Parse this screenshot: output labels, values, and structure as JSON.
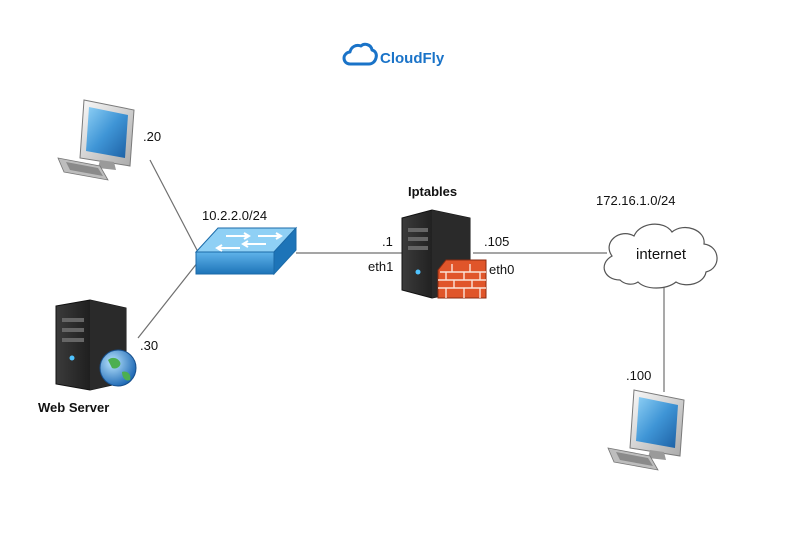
{
  "brand": {
    "name": "CloudFly",
    "color": "#1a73c8"
  },
  "nodes": {
    "pc_top": {
      "ip_suffix": ".20"
    },
    "web_server": {
      "label": "Web Server",
      "ip_suffix": ".30"
    },
    "switch": {
      "network": "10.2.2.0/24"
    },
    "iptables": {
      "label": "Iptables",
      "eth1_ip": ".1",
      "eth1_name": "eth1",
      "eth0_ip": ".105",
      "eth0_name": "eth0"
    },
    "internet": {
      "label": "internet",
      "network": "172.16.1.0/24"
    },
    "pc_right": {
      "ip_suffix": ".100"
    }
  },
  "colors": {
    "line": "#6f6f6f",
    "switch": "#2f8fd0",
    "monitor_screen": "#3f95d6",
    "server_body": "#2b2b2b",
    "firewall_brick": "#e0552a"
  },
  "icons": {
    "pc_top": "desktop-computer-icon",
    "web_server": "server-globe-icon",
    "switch": "network-switch-icon",
    "iptables": "server-firewall-icon",
    "internet": "cloud-icon",
    "pc_right": "desktop-computer-icon"
  }
}
